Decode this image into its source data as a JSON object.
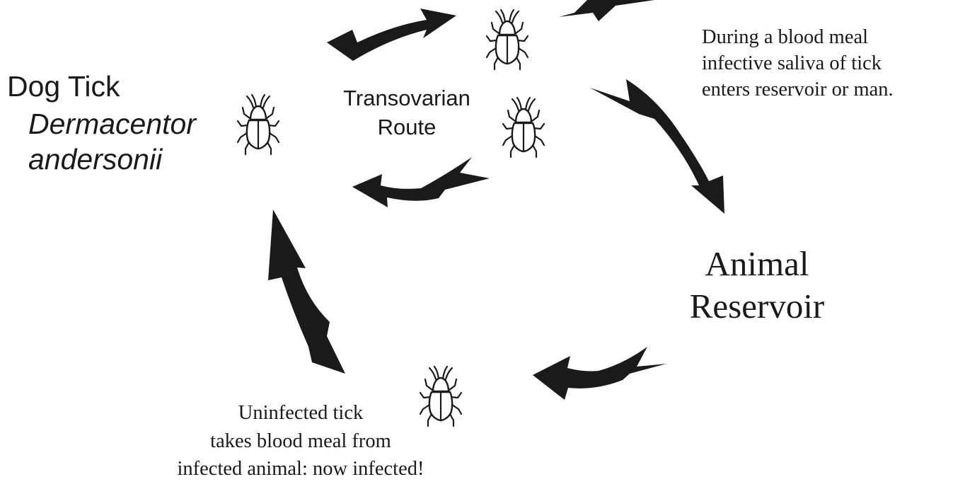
{
  "labels": {
    "vector_name": "Dog Tick",
    "vector_species_line1": "Dermacentor",
    "vector_species_line2": "andersonii",
    "transovarian_line1": "Transovarian",
    "transovarian_line2": "Route",
    "saliva_line1": "During a blood meal",
    "saliva_line2": "infective saliva of tick",
    "saliva_line3": "enters reservoir or man.",
    "reservoir_line1": "Animal",
    "reservoir_line2": "Reservoir",
    "uninfected_line1": "Uninfected tick",
    "uninfected_line2": "takes blood meal from",
    "uninfected_line3": "infected animal: now infected!"
  },
  "icons": [
    "tick-icon",
    "tick-icon",
    "tick-icon",
    "tick-icon",
    "arrow-icon"
  ],
  "colors": {
    "ink": "#1a1a1a",
    "background": "#ffffff"
  }
}
